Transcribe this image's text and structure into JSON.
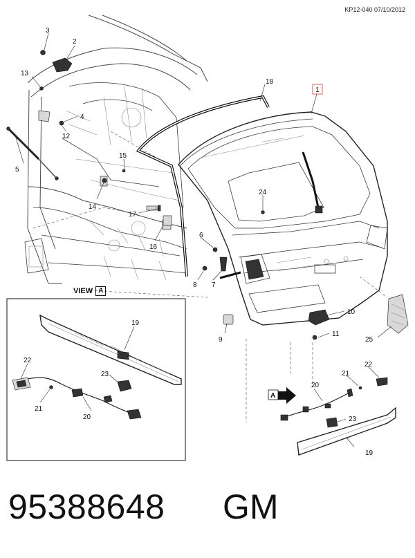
{
  "header": {
    "code": "KP12-040 07/10/2012"
  },
  "footer": {
    "part_number": "95388648",
    "brand": "GM"
  },
  "view": {
    "title": "VIEW",
    "letter": "A",
    "arrow_letter": "A"
  },
  "callouts": {
    "c1": "1",
    "c2": "2",
    "c3": "3",
    "c4": "4",
    "c5": "5",
    "c6": "6",
    "c7": "7",
    "c8": "8",
    "c9": "9",
    "c10": "10",
    "c11": "11",
    "c12": "12",
    "c13": "13",
    "c14": "14",
    "c15": "15",
    "c16": "16",
    "c17": "17",
    "c18": "18",
    "c19": "19",
    "c20": "20",
    "c21": "21",
    "c22": "22",
    "c23": "23",
    "c24": "24",
    "c25": "25",
    "v19": "19",
    "v20": "20",
    "v21": "21",
    "v22": "22",
    "v23": "23"
  },
  "colors": {
    "highlight_box": "#e06060"
  }
}
